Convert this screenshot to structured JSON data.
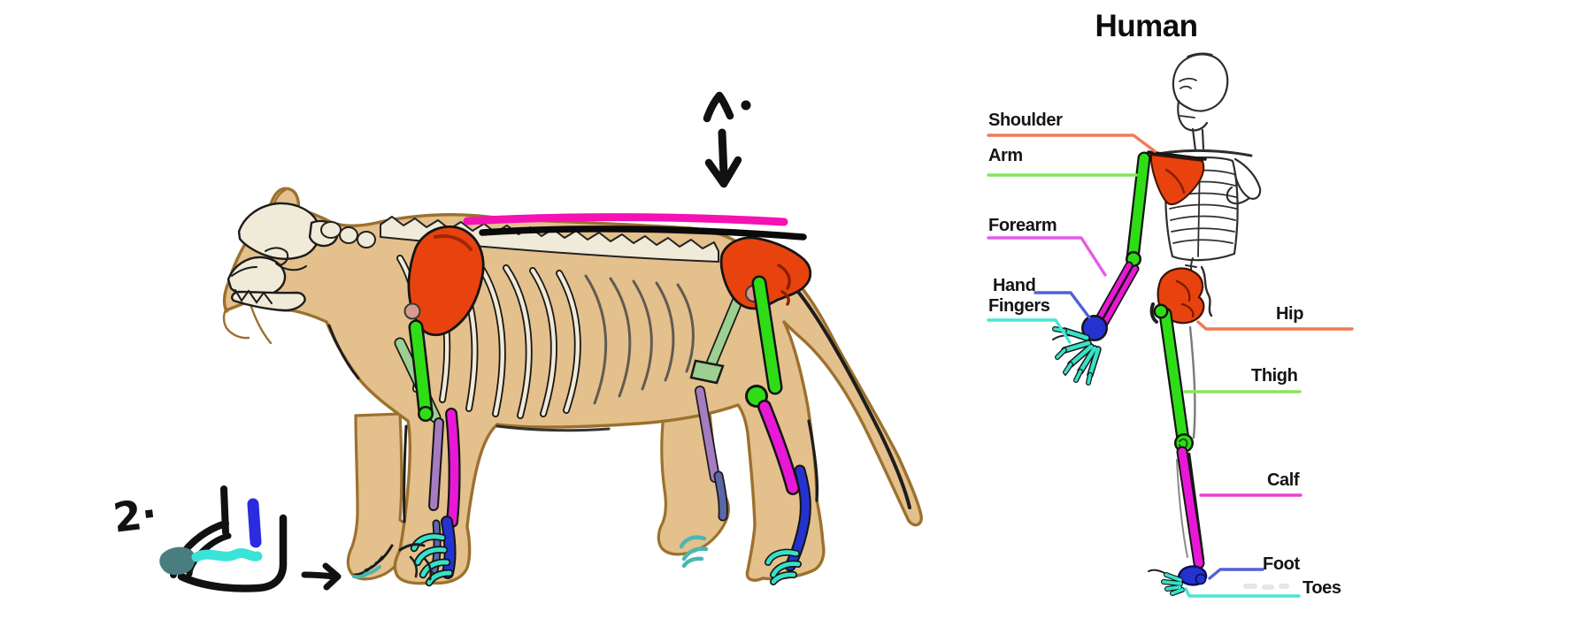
{
  "human": {
    "title": "Human",
    "labels_left": [
      {
        "id": "shoulder",
        "label": "Shoulder"
      },
      {
        "id": "arm",
        "label": "Arm"
      },
      {
        "id": "forearm",
        "label": "Forearm"
      },
      {
        "id": "hand",
        "label": "Hand"
      },
      {
        "id": "fingers",
        "label": "Fingers"
      }
    ],
    "labels_right": [
      {
        "id": "hip",
        "label": "Hip"
      },
      {
        "id": "thigh",
        "label": "Thigh"
      },
      {
        "id": "calf",
        "label": "Calf"
      },
      {
        "id": "foot",
        "label": "Foot"
      },
      {
        "id": "toes",
        "label": "Toes"
      }
    ]
  },
  "annotations": {
    "mark2_text": "2·",
    "icons": {
      "annotation_mark_1": "caret-dot-handwritten",
      "down_arrow": "arrow-down",
      "right_arrow": "arrow-right",
      "foot_doodle": "simplified-foot-sketch"
    }
  },
  "colors": {
    "shoulder_hip_bone": "#e8430e",
    "arm_thigh_bone": "#2fdd17",
    "forearm_calf_bone": "#e818d6",
    "hand_foot_bone": "#2433cf",
    "fingers_toes_bone": "#35e2c9",
    "leader_shoulder": "#f4795a",
    "leader_arm": "#82e45e",
    "leader_forearm": "#e55ae8",
    "leader_hand": "#5061d8",
    "leader_fingers": "#47e6d2",
    "leader_hip": "#f4764f",
    "leader_thigh": "#8ae55a",
    "leader_calf": "#ea3fd9",
    "leader_foot": "#5061d8",
    "leader_toes": "#47e6d2",
    "back_highlight_pink": "#f511b4",
    "back_highlight_black": "#0a0a0a",
    "lion_body_tan": "#e4c08c",
    "lion_outline_brown": "#9c712e",
    "bone_cream": "#f0ead8",
    "far_leg_sage": "#9ccf92",
    "far_leg_purple": "#a57cc0",
    "far_leg_slate": "#5a68a8",
    "joint_pink": "#d89a90",
    "doodle_teal_dark": "#4a7d80",
    "doodle_cyan": "#3ae3d8",
    "doodle_blue": "#2b2be0",
    "ink_black": "#141414"
  }
}
